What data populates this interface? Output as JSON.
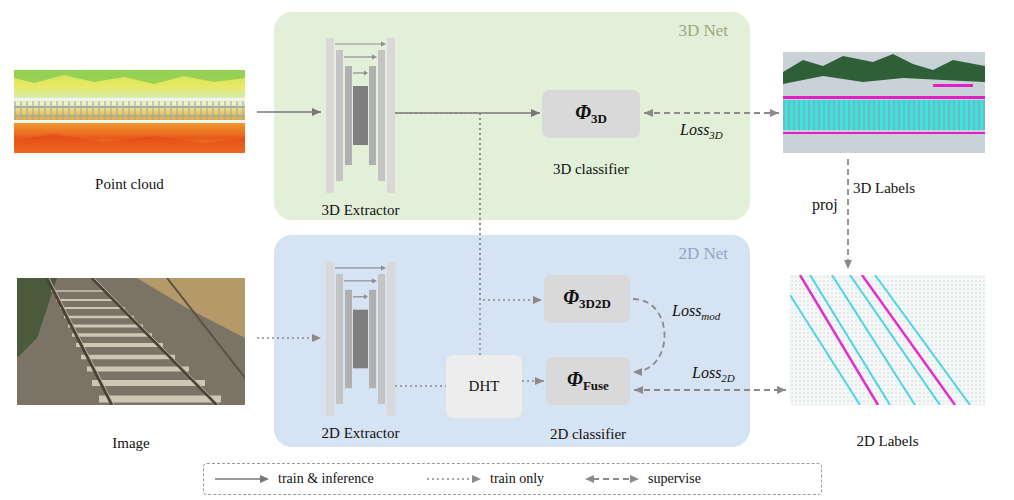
{
  "diagram": {
    "nodes": [
      {
        "text": [
          "Point cloud"
        ]
      },
      {
        "text": [
          "3D Net"
        ]
      },
      {
        "text": [
          "3D Extractor"
        ],
        "in": 1
      },
      {
        "text": [
          "Φ3D",
          "3D classifier"
        ],
        "in": 1
      },
      {
        "text": [
          "3D Labels"
        ]
      },
      {
        "text": [
          "Image"
        ]
      },
      {
        "text": [
          "2D Net"
        ]
      },
      {
        "text": [
          "2D Extractor"
        ],
        "in": 6
      },
      {
        "text": [
          "Φ3D2D"
        ],
        "in": 6
      },
      {
        "text": [
          "DHT"
        ],
        "in": 6
      },
      {
        "text": [
          "ΦFuse",
          "2D classifier"
        ],
        "in": 6
      },
      {
        "text": [
          "2D Labels"
        ]
      }
    ],
    "edges": [
      {
        "from": 0,
        "to": 2,
        "arrow": "to"
      },
      {
        "from": 2,
        "to": 3,
        "arrow": "to"
      },
      {
        "from": 3,
        "to": 4,
        "label": "Loss3D",
        "arrow": "both"
      },
      {
        "from": 4,
        "to": 11,
        "label": "proj",
        "arrow": "to"
      },
      {
        "from": 5,
        "to": 7,
        "arrow": "to"
      },
      {
        "from": 7,
        "to": 9,
        "arrow": "none"
      },
      {
        "from": 9,
        "to": 10,
        "arrow": "to"
      },
      {
        "from": 2,
        "to": 8,
        "arrow": "to"
      },
      {
        "from": 2,
        "to": 9,
        "arrow": "none"
      },
      {
        "from": 8,
        "to": 10,
        "label": "Lossmod",
        "arrow": "to"
      },
      {
        "from": 10,
        "to": 11,
        "label": "Loss2D",
        "arrow": "both"
      }
    ],
    "legend": [
      {
        "text": "train & inference"
      },
      {
        "text": "train only"
      },
      {
        "text": "supervise"
      }
    ]
  }
}
